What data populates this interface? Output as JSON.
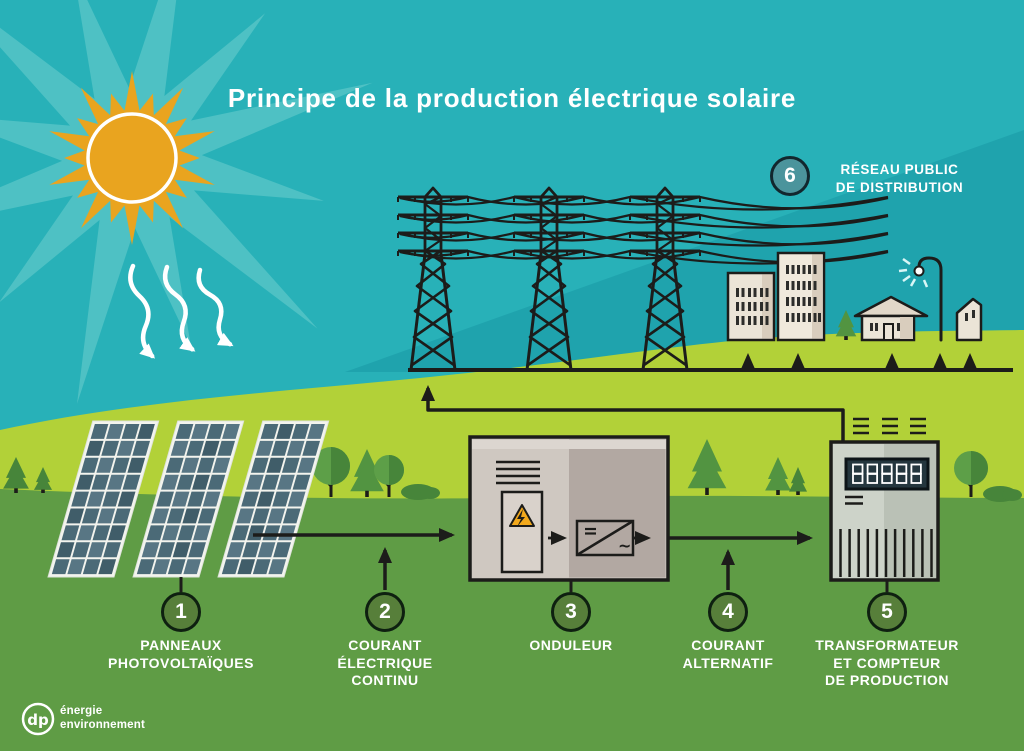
{
  "title": "Principe de la production électrique solaire",
  "steps": [
    {
      "number": "1",
      "lines": [
        "PANNEAUX",
        "PHOTOVOLTAÏQUES"
      ]
    },
    {
      "number": "2",
      "lines": [
        "COURANT",
        "ÉLECTRIQUE",
        "CONTINU"
      ]
    },
    {
      "number": "3",
      "lines": [
        "ONDULEUR"
      ]
    },
    {
      "number": "4",
      "lines": [
        "COURANT",
        "ALTERNATIF"
      ]
    },
    {
      "number": "5",
      "lines": [
        "TRANSFORMATEUR",
        "ET COMPTEUR",
        "DE PRODUCTION"
      ]
    }
  ],
  "network": {
    "number": "6",
    "lines": [
      "RÉSEAU PUBLIC",
      "DE DISTRIBUTION"
    ]
  },
  "logo": {
    "monogram": "dp",
    "lines": [
      "énergie",
      "environnement"
    ]
  },
  "colors": {
    "sky": "#28b1b8",
    "skyShade": "#1fa3ad",
    "skyBurst": "#4ec1c4",
    "sun": "#e9a41f",
    "hillLight": "#b2d138",
    "ground": "#5f9c45",
    "line": "#1c1c1a",
    "white": "#ffffff",
    "circleGreen": "#577f3a",
    "circleGreenBorder": "#0e2010",
    "circleTeal": "#4b949c",
    "circleTealBorder": "#12272e",
    "panelFrame": "#f3f4ee",
    "panelCell": "#4b6a77",
    "panelCellLight": "#587684",
    "panelCellDark": "#405d69",
    "invLeft": "#cfc8c1",
    "invRight": "#b2a8a2",
    "invBand": "#dcd6d0",
    "invInner": "#d9d2cb",
    "warn": "#f2a91d",
    "transLeft": "#cdd3c9",
    "transRight": "#bac1b6",
    "displayBg": "#24363e",
    "cream": "#ebe4d7",
    "creamShade": "#d9cdbd",
    "windowDark": "#2d2d2b",
    "treeDark": "#47853a",
    "treeMid": "#529441",
    "treeLight": "#5d9f48"
  }
}
